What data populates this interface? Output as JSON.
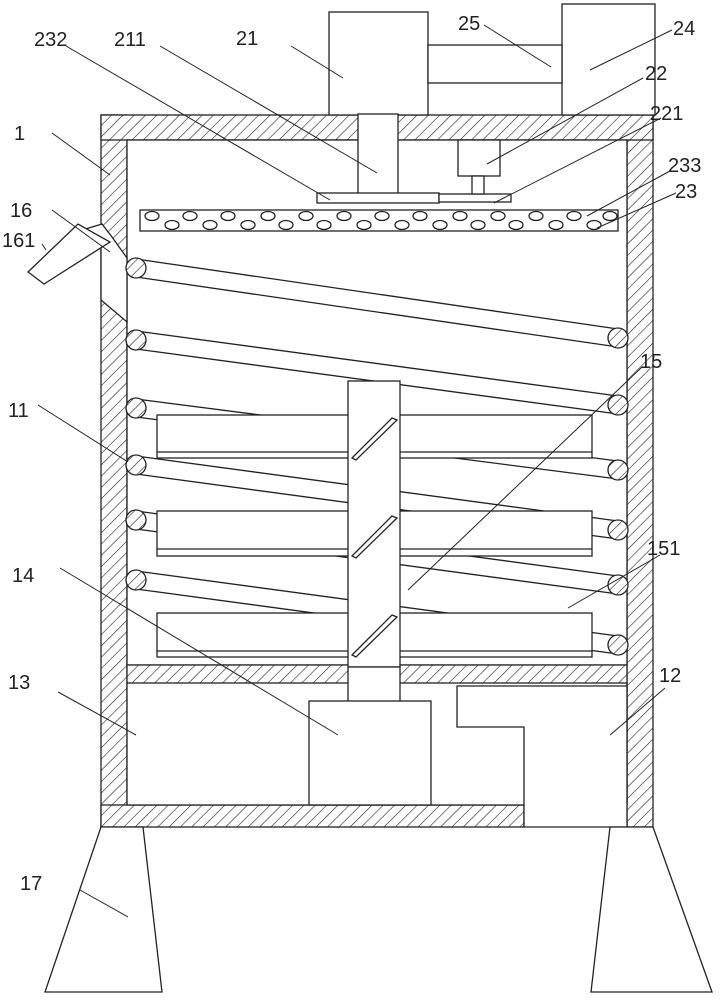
{
  "colors": {
    "line": "#222222",
    "background": "#ffffff"
  },
  "labels": {
    "l1": "1",
    "l11": "11",
    "l12": "12",
    "l13": "13",
    "l14": "14",
    "l15": "15",
    "l151": "151",
    "l16": "16",
    "l161": "161",
    "l17": "17",
    "l21": "21",
    "l211": "211",
    "l22": "22",
    "l221": "221",
    "l23": "23",
    "l232": "232",
    "l233": "233",
    "l24": "24",
    "l25": "25"
  }
}
